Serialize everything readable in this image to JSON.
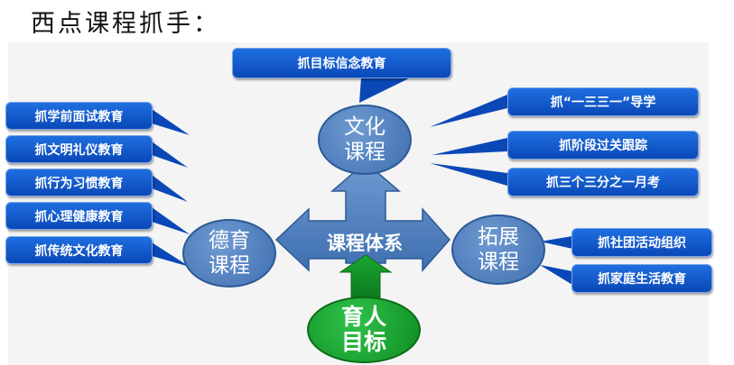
{
  "title": "西点课程抓手：",
  "center": {
    "label": "课程体系"
  },
  "goal": {
    "label": "育人\n目标"
  },
  "branches": {
    "culture": {
      "label": "文化\n课程",
      "items": [
        "抓目标信念教育",
        "抓“一三三一”导学",
        "抓阶段过关跟踪",
        "抓三个三分之一月考"
      ]
    },
    "moral": {
      "label": "德育\n课程",
      "items": [
        "抓学前面试教育",
        "抓文明礼仪教育",
        "抓行为习惯教育",
        "抓心理健康教育",
        "抓传统文化教育"
      ]
    },
    "expand": {
      "label": "拓展\n课程",
      "items": [
        "抓社团活动组织",
        "抓家庭生活教育"
      ]
    }
  }
}
